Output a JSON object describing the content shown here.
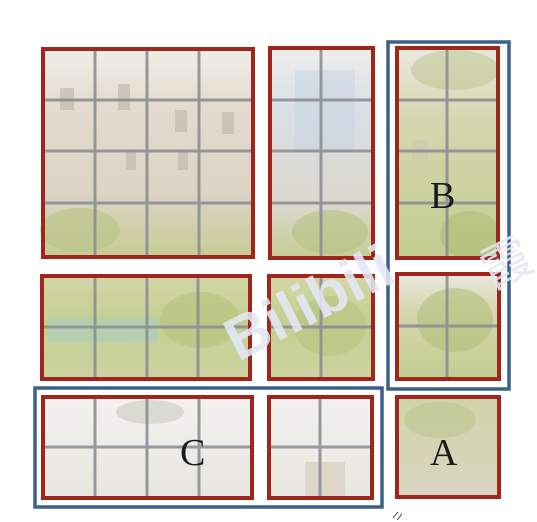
{
  "labels": {
    "a": "A",
    "b": "B",
    "c": "C"
  },
  "watermark": {
    "text": "Bilibili",
    "cjk": "霞"
  },
  "colors": {
    "pane_frame": "#a0261c",
    "group_outline": "#3c5f8c",
    "mullion": "#8d8f95",
    "sky": "#f0eeea",
    "building": "#e2d9cc",
    "foliage": "#c7cf98",
    "water": "#a6cfc7"
  }
}
